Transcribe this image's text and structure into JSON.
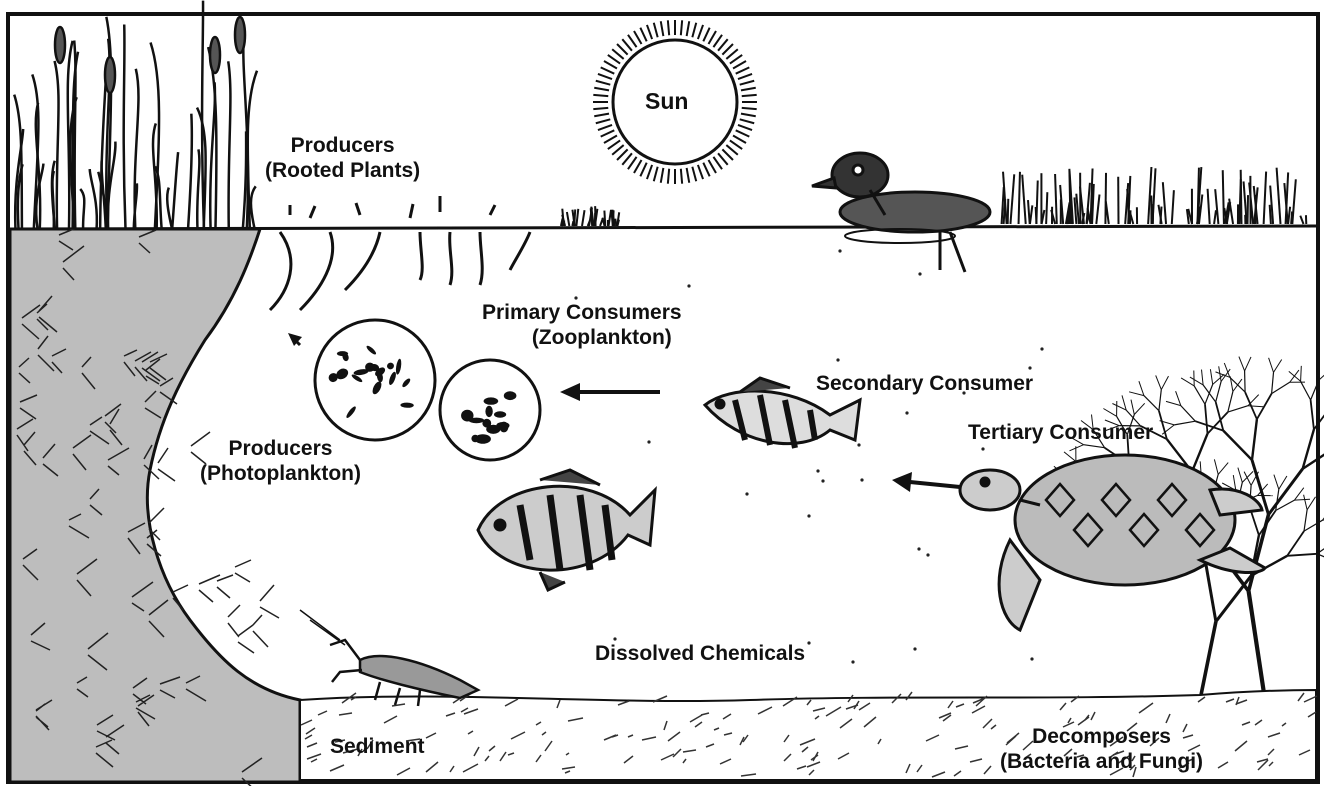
{
  "labels": {
    "sun": "Sun",
    "producers_rooted": {
      "title": "Producers",
      "sub": "(Rooted Plants)"
    },
    "primary_consumers": {
      "title": "Primary Consumers",
      "sub": "(Zooplankton)"
    },
    "secondary_consumer": "Secondary Consumer",
    "tertiary_consumer": "Tertiary Consumer",
    "producers_plankton": {
      "title": "Producers",
      "sub": "(Photoplankton)"
    },
    "dissolved_chemicals": "Dissolved Chemicals",
    "sediment": "Sediment",
    "decomposers": {
      "title": "Decomposers",
      "sub": "(Bacteria and Fungi)"
    }
  }
}
